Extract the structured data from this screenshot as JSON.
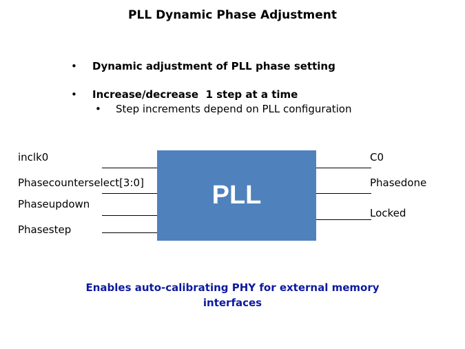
{
  "slide": {
    "title": "PLL Dynamic Phase Adjustment",
    "bullets": [
      {
        "marker": "•",
        "text": "Dynamic adjustment of PLL phase setting"
      },
      {
        "marker": "•",
        "text": "Increase/decrease  1 step at a time"
      }
    ],
    "sub_bullets": [
      {
        "marker": "•",
        "text": "Step increments depend on PLL configuration"
      }
    ],
    "diagram": {
      "block_label": "PLL",
      "block_color": "#4f81bd",
      "inputs": [
        "inclk0",
        "Phasecounterselect[3:0]",
        "Phaseupdown",
        "Phasestep"
      ],
      "outputs": [
        "C0",
        "Phasedone",
        "Locked"
      ]
    },
    "footer": "Enables auto-calibrating PHY for external memory interfaces",
    "footer_color": "#0d1a9e"
  }
}
